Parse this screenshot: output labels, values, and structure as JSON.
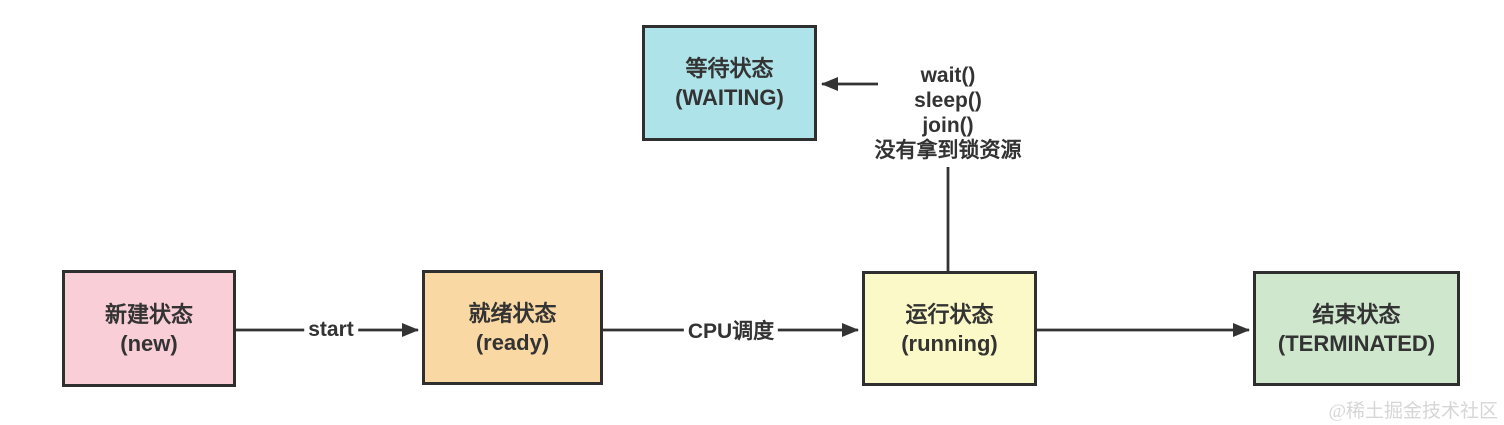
{
  "diagram": {
    "states": {
      "waiting": {
        "label_cn": "等待状态",
        "label_en": "(WAITING)",
        "fill": "#aee3e9"
      },
      "new": {
        "label_cn": "新建状态",
        "label_en": "(new)",
        "fill": "#f9ced7"
      },
      "ready": {
        "label_cn": "就绪状态",
        "label_en": "(ready)",
        "fill": "#fad8a4"
      },
      "running": {
        "label_cn": "运行状态",
        "label_en": "(running)",
        "fill": "#fbf9c8"
      },
      "terminated": {
        "label_cn": "结束状态",
        "label_en": "(TERMINATED)",
        "fill": "#cee7cd"
      }
    },
    "edge_labels": {
      "start": "start",
      "cpu_schedule": "CPU调度"
    },
    "waiting_annotation": [
      "wait()",
      "sleep()",
      "join()",
      "没有拿到锁资源"
    ],
    "watermark": "@稀土掘金技术社区",
    "colors": {
      "line": "#333333",
      "text": "#333333",
      "background": "#ffffff"
    }
  }
}
